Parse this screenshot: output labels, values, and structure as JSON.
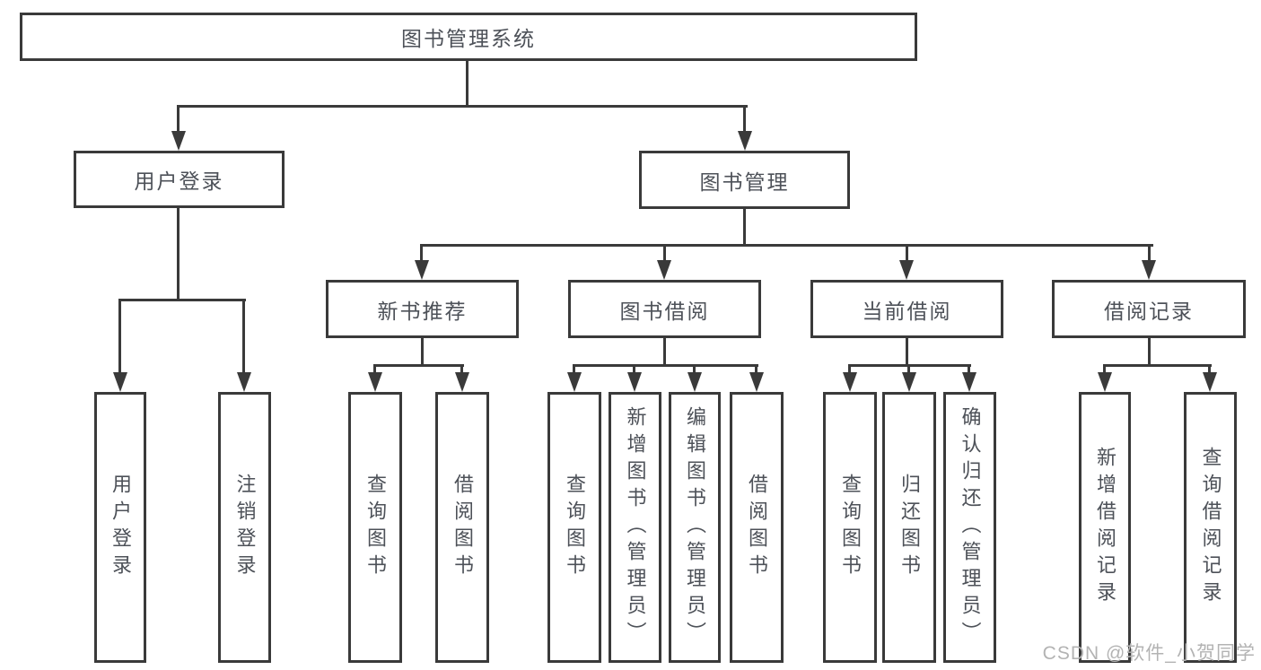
{
  "diagram": {
    "root": {
      "label": "图书管理系统"
    },
    "branches": [
      {
        "label": "用户登录",
        "children": [
          {
            "label": "用户登录"
          },
          {
            "label": "注销登录"
          }
        ]
      },
      {
        "label": "图书管理",
        "children": [
          {
            "label": "新书推荐",
            "children": [
              {
                "label": "查询图书"
              },
              {
                "label": "借阅图书"
              }
            ]
          },
          {
            "label": "图书借阅",
            "children": [
              {
                "label": "查询图书"
              },
              {
                "label": "新增图书（管理员）"
              },
              {
                "label": "编辑图书（管理员）"
              },
              {
                "label": "借阅图书"
              }
            ]
          },
          {
            "label": "当前借阅",
            "children": [
              {
                "label": "查询图书"
              },
              {
                "label": "归还图书"
              },
              {
                "label": "确认归还（管理员）"
              }
            ]
          },
          {
            "label": "借阅记录",
            "children": [
              {
                "label": "新增借阅记录"
              },
              {
                "label": "查询借阅记录"
              }
            ]
          }
        ]
      }
    ]
  },
  "watermark": {
    "text": "CSDN @软件_小贺同学"
  },
  "colors": {
    "line": "#3a3a3a",
    "text": "#4d5158",
    "watermark": "#b3b3b3",
    "background": "#ffffff"
  }
}
